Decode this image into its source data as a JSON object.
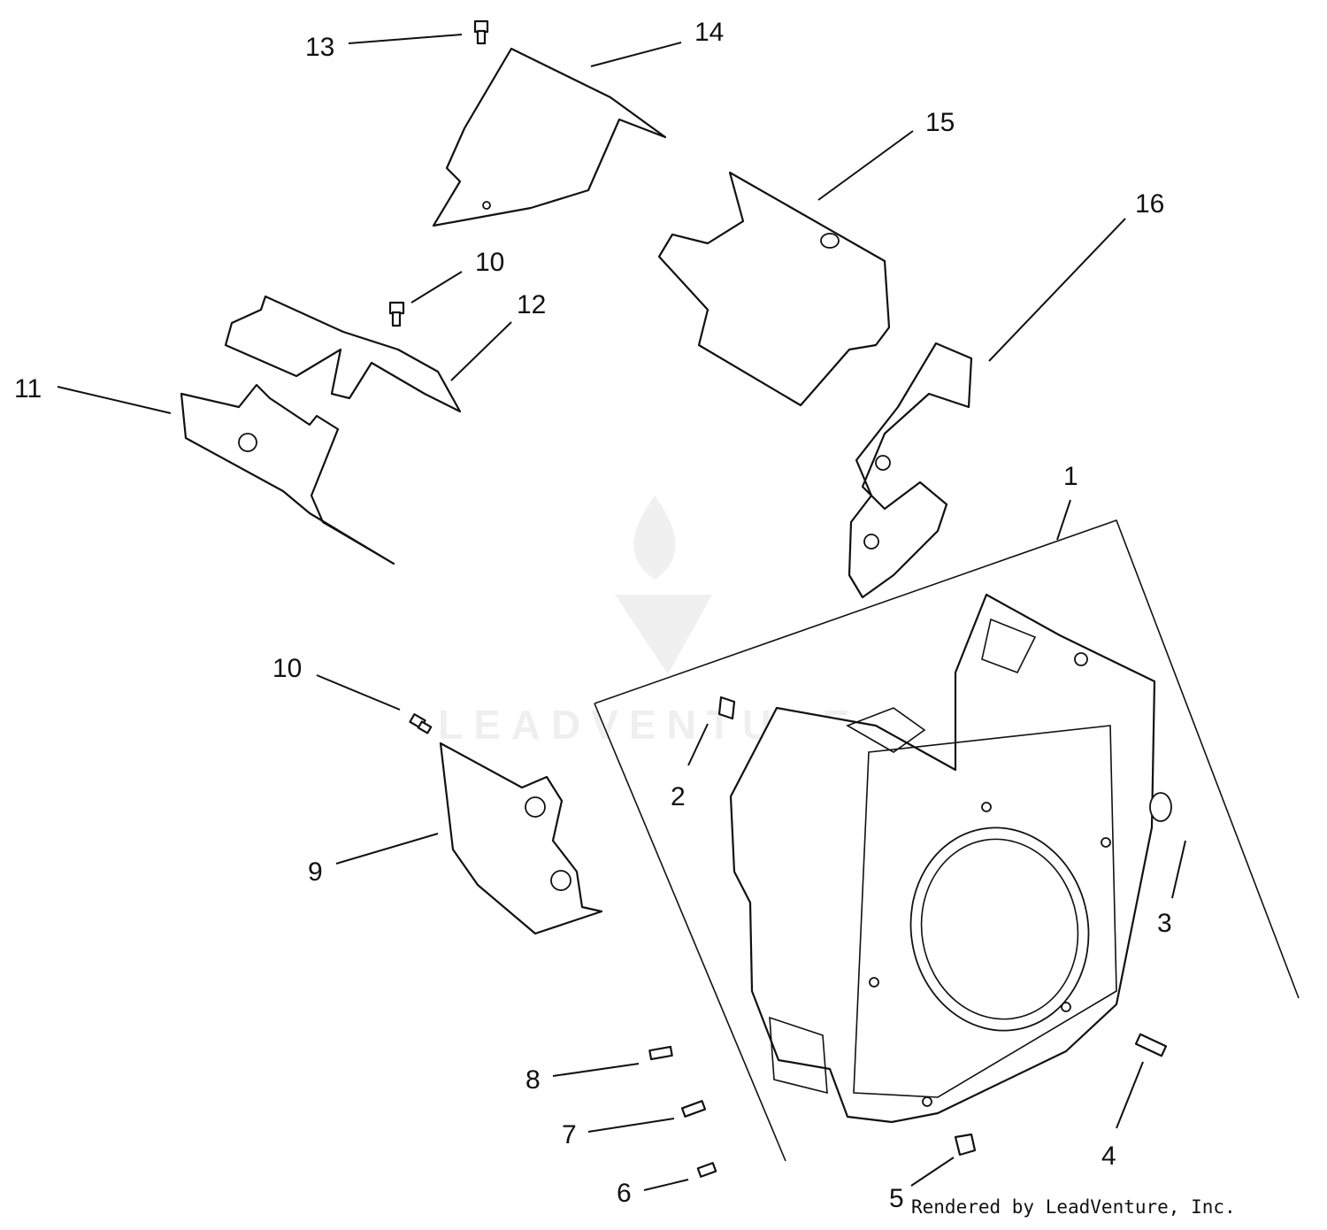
{
  "watermark": {
    "text": "LEADVENTURE"
  },
  "callouts": [
    {
      "id": "1",
      "label": "1"
    },
    {
      "id": "2",
      "label": "2"
    },
    {
      "id": "3",
      "label": "3"
    },
    {
      "id": "4",
      "label": "4"
    },
    {
      "id": "5",
      "label": "5"
    },
    {
      "id": "6",
      "label": "6"
    },
    {
      "id": "7",
      "label": "7"
    },
    {
      "id": "8",
      "label": "8"
    },
    {
      "id": "9",
      "label": "9"
    },
    {
      "id": "10a",
      "label": "10"
    },
    {
      "id": "10b",
      "label": "10"
    },
    {
      "id": "11",
      "label": "11"
    },
    {
      "id": "12",
      "label": "12"
    },
    {
      "id": "13",
      "label": "13"
    },
    {
      "id": "14",
      "label": "14"
    },
    {
      "id": "15",
      "label": "15"
    },
    {
      "id": "16",
      "label": "16"
    }
  ],
  "credit": "Rendered by LeadVenture, Inc."
}
